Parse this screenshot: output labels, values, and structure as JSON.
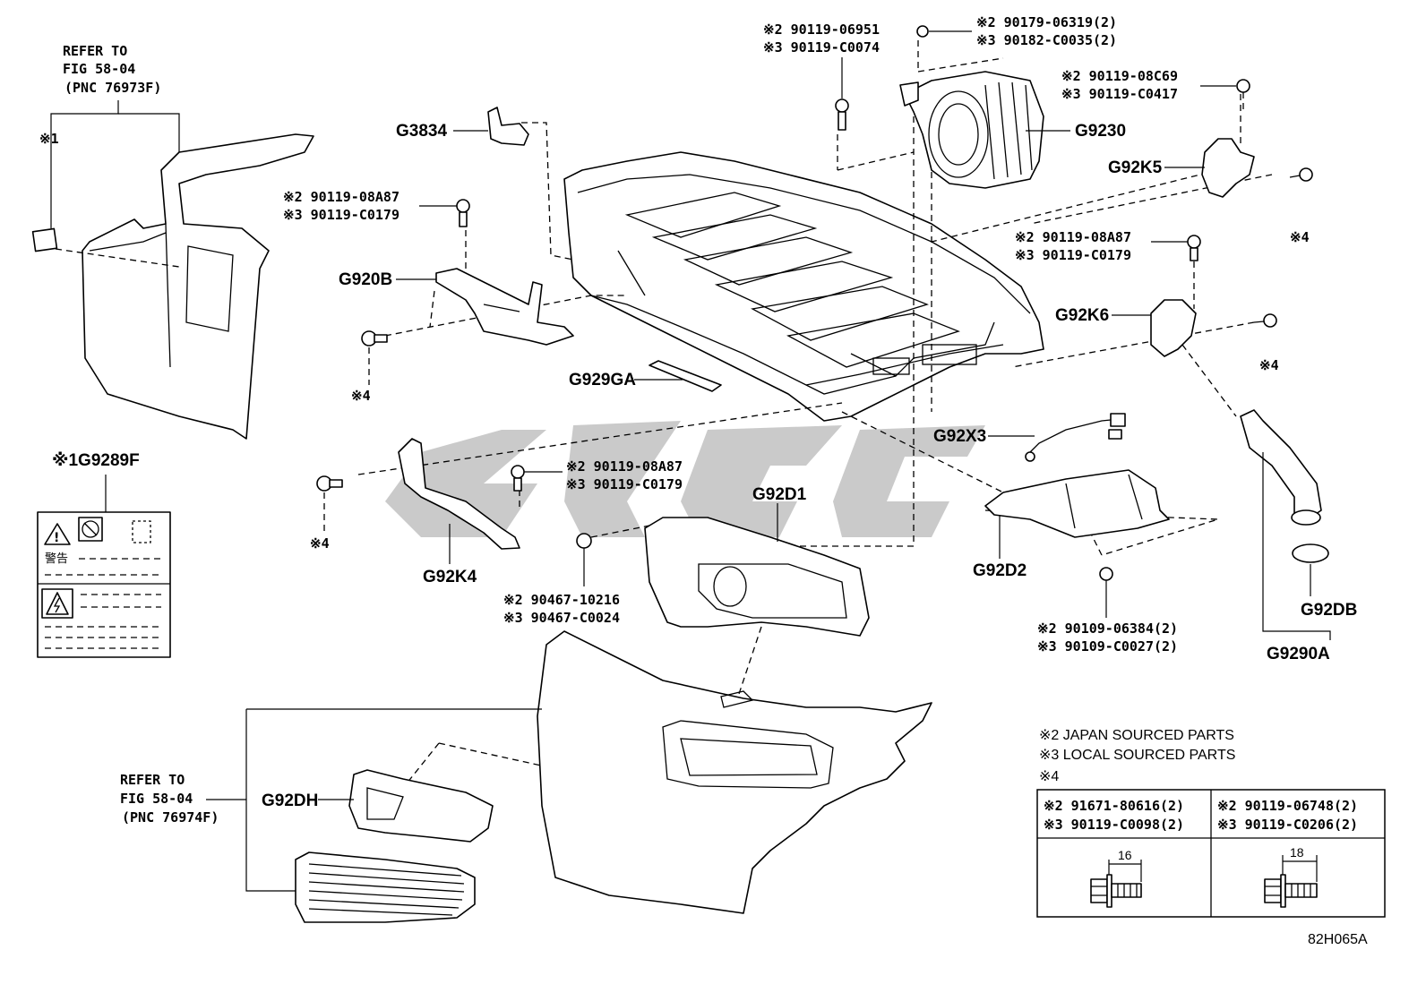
{
  "diagram_code": "82H065A",
  "watermark": "GTC",
  "refer_top": {
    "line1": "REFER TO",
    "line2": "FIG 58-04",
    "line3": "(PNC 76973F)"
  },
  "refer_bottom": {
    "line1": "REFER TO",
    "line2": "FIG 58-04",
    "line3": "(PNC 76974F)"
  },
  "mark1": "※1",
  "mark4": "※4",
  "labels": {
    "g3834": "G3834",
    "g9230": "G9230",
    "g92k5": "G92K5",
    "g920b": "G920B",
    "g92k6": "G92K6",
    "g929ga": "G929GA",
    "g92x3": "G92X3",
    "g92d1": "G92D1",
    "g92k4": "G92K4",
    "g92d2": "G92D2",
    "g92db": "G92DB",
    "g9290a": "G9290A",
    "g92dh": "G92DH",
    "g9289f": "※1G9289F"
  },
  "part_numbers": {
    "pn_a1": "※2 90119-06951",
    "pn_a2": "※3 90119-C0074",
    "pn_b1": "※2 90179-06319(2)",
    "pn_b2": "※3 90182-C0035(2)",
    "pn_c1": "※2 90119-08C69",
    "pn_c2": "※3 90119-C0417",
    "pn_d1": "※2 90119-08A87",
    "pn_d2": "※3 90119-C0179",
    "pn_e1": "※2 90119-08A87",
    "pn_e2": "※3 90119-C0179",
    "pn_f1": "※2 90119-08A87",
    "pn_f2": "※3 90119-C0179",
    "pn_g1": "※2 90467-10216",
    "pn_g2": "※3 90467-C0024",
    "pn_h1": "※2 90109-06384(2)",
    "pn_h2": "※3 90109-C0027(2)"
  },
  "legend": {
    "line1": "※2 JAPAN SOURCED PARTS",
    "line2": "※3 LOCAL SOURCED PARTS",
    "line3": "※4"
  },
  "bolt_table": {
    "left_pn1": "※2 91671-80616(2)",
    "left_pn2": "※3 90119-C0098(2)",
    "left_dim": "16",
    "right_pn1": "※2 90119-06748(2)",
    "right_pn2": "※3 90119-C0206(2)",
    "right_dim": "18"
  },
  "caution_label": {
    "text": "警告"
  }
}
